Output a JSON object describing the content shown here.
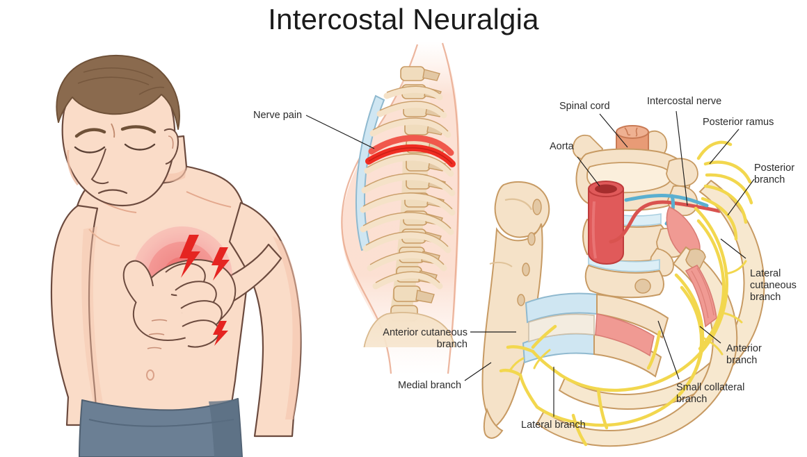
{
  "figure": {
    "title": "Intercostal Neuralgia",
    "type": "medical-anatomical-illustration",
    "panels": [
      {
        "name": "patient-figure",
        "description": "Male torso clutching chest with radiating pain"
      },
      {
        "name": "torso-ribcage",
        "description": "Lateral torso silhouette with ribcage and one inflamed rib"
      },
      {
        "name": "intercostal-nerve-anatomy",
        "description": "Vertebrae, aorta, ribs and intercostal nerve branches"
      }
    ]
  },
  "labels": {
    "nerve_pain": "Nerve pain",
    "spinal_cord": "Spinal cord",
    "aorta": "Aorta",
    "intercostal_nerve": "Intercostal nerve",
    "posterior_ramus": "Posterior ramus",
    "posterior_branch": "Posterior\nbranch",
    "lateral_cutaneous_branch": "Lateral\ncutaneous\nbranch",
    "anterior_branch": "Anterior\nbranch",
    "small_collateral_branch": "Small collateral\nbranch",
    "anterior_cutaneous_branch": "Anterior cutaneous\nbranch",
    "medial_branch": "Medial branch",
    "lateral_branch": "Lateral branch"
  },
  "colors": {
    "title_text": "#1b1b1b",
    "label_text": "#2b2b2b",
    "leader_line": "#1c1c1c",
    "skin": "#fadcc8",
    "skin_shadow": "#f4c3ab",
    "skin_light": "#ffeade",
    "skin_outline": "#6b4a3e",
    "hair": "#8a6a4e",
    "hair_dark": "#6f5138",
    "pants": "#6b7f94",
    "pants_dark": "#5a6d81",
    "pain_glow_outer": "#f9c3c3",
    "pain_glow_mid": "#f49a9a",
    "pain_glow_inner": "#ef7878",
    "lightning": "#e52421",
    "bone": "#f5e2c8",
    "bone_shade": "#e3c8a4",
    "bone_outline": "#c79a63",
    "rib_highlight": "#ef3b30",
    "rib_highlight_dark": "#d42a1f",
    "cartilage": "#cfe6f2",
    "cartilage_outline": "#8fb9cf",
    "spinal_cord": "#e89b76",
    "spinal_cord_outline": "#c97a55",
    "aorta_red": "#e05a5a",
    "aorta_dark": "#bf3c3c",
    "muscle_pink": "#f09a93",
    "muscle_pink_light": "#f6b9b2",
    "nerve_yellow": "#f2d74e",
    "nerve_yellow_outline": "#d8b92f",
    "vein_blue": "#5aafd0",
    "artery_red": "#d9534f"
  }
}
